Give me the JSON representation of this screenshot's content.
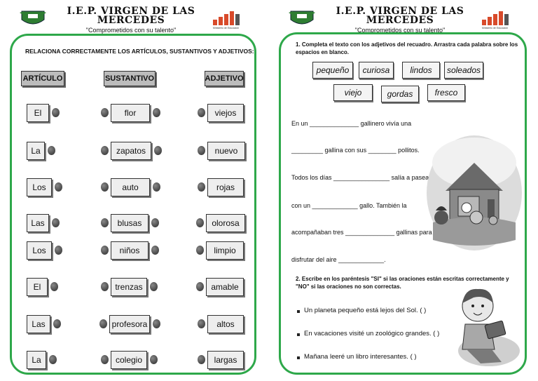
{
  "header": {
    "school": "I.E.P. VIRGEN DE LAS MERCEDES",
    "motto": "\"Comprometidos con su talento\"",
    "brand_caption": "Ministerio de Educación"
  },
  "left": {
    "instruction": "RELACIONA CORRECTAMENTE LOS ARTÍCULOS, SUSTANTIVOS Y ADJETIVOS:",
    "col_headers": [
      "ARTÍCULO",
      "SUSTANTIVO",
      "ADJETIVO"
    ],
    "articulos": [
      "El",
      "La",
      "Los",
      "Las",
      "Los",
      "El",
      "Las",
      "La"
    ],
    "sustantivos": [
      "flor",
      "zapatos",
      "auto",
      "blusas",
      "niños",
      "trenzas",
      "profesora",
      "colegio"
    ],
    "adjetivos": [
      "viejos",
      "nuevo",
      "rojas",
      "olorosa",
      "limpio",
      "amable",
      "altos",
      "largas"
    ]
  },
  "right": {
    "q1": "1. Completa el texto con los adjetivos del recuadro. Arrastra cada palabra sobre los espacios en blanco.",
    "words_row1": [
      "pequeño",
      "curiosa",
      "lindos",
      "soleados"
    ],
    "words_row2": [
      "viejo",
      "gordas",
      "fresco"
    ],
    "lines": [
      "En un ______________ gallinero vivía una",
      "_________ gallina con sus ________ pollitos.",
      "Todos los días ________________ salía a pasear",
      "con un _____________ gallo. También la",
      "acompañaban tres ______________ gallinas para",
      "disfrutar del aire _____________."
    ],
    "q2": "2. Escribe en los paréntesis \"SI\" si las oraciones están escritas correctamente y \"NO\" si las oraciones no son correctas.",
    "sentences": [
      "Un planeta pequeño está lejos del Sol. (     )",
      "En vacaciones visité un zoológico grandes. (     )",
      "Mañana leeré un libro interesantes. (     )"
    ]
  },
  "colors": {
    "frame": "#2ea84a",
    "logo": "#2e7d32",
    "brand": "#d84a2a"
  }
}
